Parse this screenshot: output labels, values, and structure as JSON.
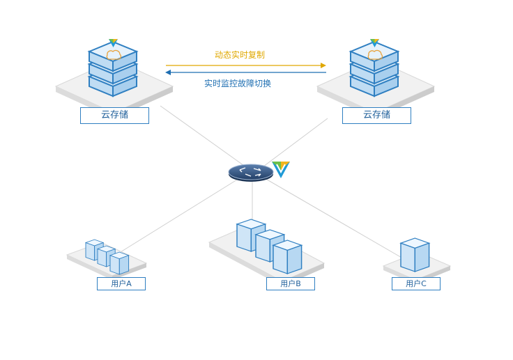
{
  "storage_left": {
    "label": "云存储"
  },
  "storage_right": {
    "label": "云存储"
  },
  "link": {
    "replication_label": "动态实时复制",
    "failover_label": "实时监控故障切换",
    "replication_color": "#e0a800",
    "failover_color": "#1f6fb2"
  },
  "users": [
    {
      "label": "用户A"
    },
    {
      "label": "用户B"
    },
    {
      "label": "用户C"
    }
  ],
  "colors": {
    "accent": "#2f7fc1",
    "server_face": "#d6e9f8",
    "hub": "#2e4f7a",
    "platform": "#e9e9e9",
    "line": "#cfcfcf"
  },
  "icons": [
    "server-stack-icon",
    "cloud-icon",
    "shield-logo-icon",
    "network-hub-icon",
    "user-box-icon"
  ]
}
